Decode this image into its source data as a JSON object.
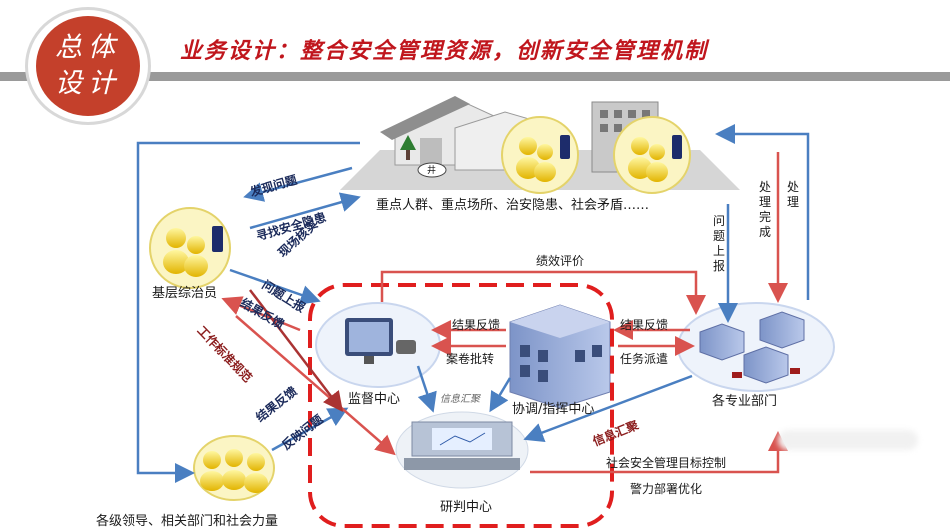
{
  "badge": {
    "line1": "总体",
    "line2": "设计"
  },
  "title": "业务设计：整合安全管理资源，创新安全管理机制",
  "nodes": {
    "top": "重点人群、重点场所、治安隐患、社会矛盾……",
    "grassroots": "基层综治员",
    "leaders": "各级领导、相关部门和社会力量",
    "supervision": "监督中心",
    "coordination": "协调/指挥中心",
    "research": "研判中心",
    "departments": "各专业部门"
  },
  "arrow_labels": {
    "find_problem": "发现问题",
    "search_hazard": "寻找安全隐患",
    "field_verify": "现场核实",
    "report_problem": "问题上报",
    "result_feedback_1": "结果反馈",
    "work_standard": "工作标准规范",
    "result_feedback_2": "结果反馈",
    "reflect_problem": "反映问题",
    "performance": "绩效评价",
    "result_feedback_3": "结果反馈",
    "case_approval": "案卷批转",
    "result_feedback_4": "结果反馈",
    "task_dispatch": "任务派遣",
    "info_gather_1": "信息汇聚",
    "info_gather_2": "信息汇聚",
    "problem_report_vertical": "问题上报",
    "done": "处理完成",
    "handle": "处理",
    "social_control": "社会安全管理目标控制",
    "police_optimize": "警力部署优化",
    "well": "井"
  },
  "colors": {
    "accent_red": "#c0161d",
    "badge_red": "#c4402b",
    "arrow_blue": "#4a7fc1",
    "arrow_red": "#d9534f"
  }
}
